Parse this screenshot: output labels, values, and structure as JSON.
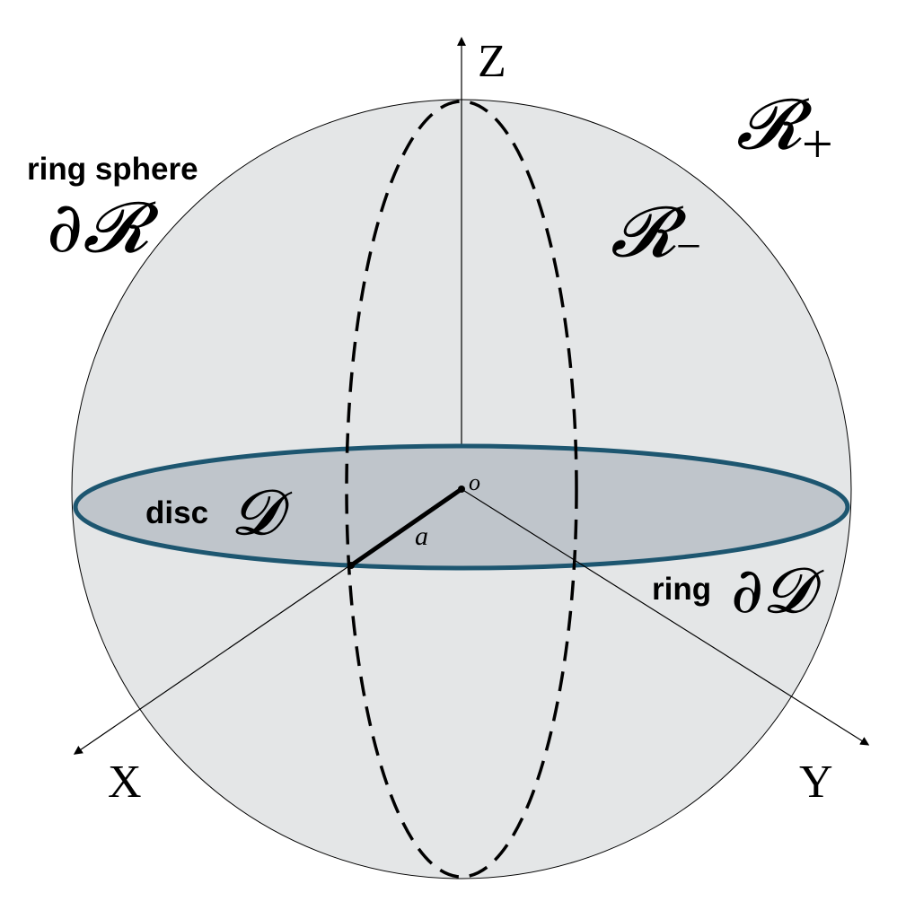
{
  "colors": {
    "sphere_fill": "#e4e6e7",
    "disc_fill": "#bfc5cb",
    "ring_stroke": "#1d5670",
    "line": "#000000",
    "background": "#ffffff"
  },
  "axes": {
    "z_label": "Z",
    "x_label": "X",
    "y_label": "Y"
  },
  "labels": {
    "ring_sphere_text": "ring sphere",
    "ring_sphere_symbol": "∂𝓡",
    "region_outer_symbol": "𝓡",
    "region_outer_sub": "+",
    "region_inner_symbol": "𝓡",
    "region_inner_sub": "−",
    "disc_text": "disc",
    "disc_symbol": "𝓓",
    "ring_text": "ring",
    "ring_symbol": "∂𝓓",
    "origin": "o",
    "radius": "a"
  }
}
